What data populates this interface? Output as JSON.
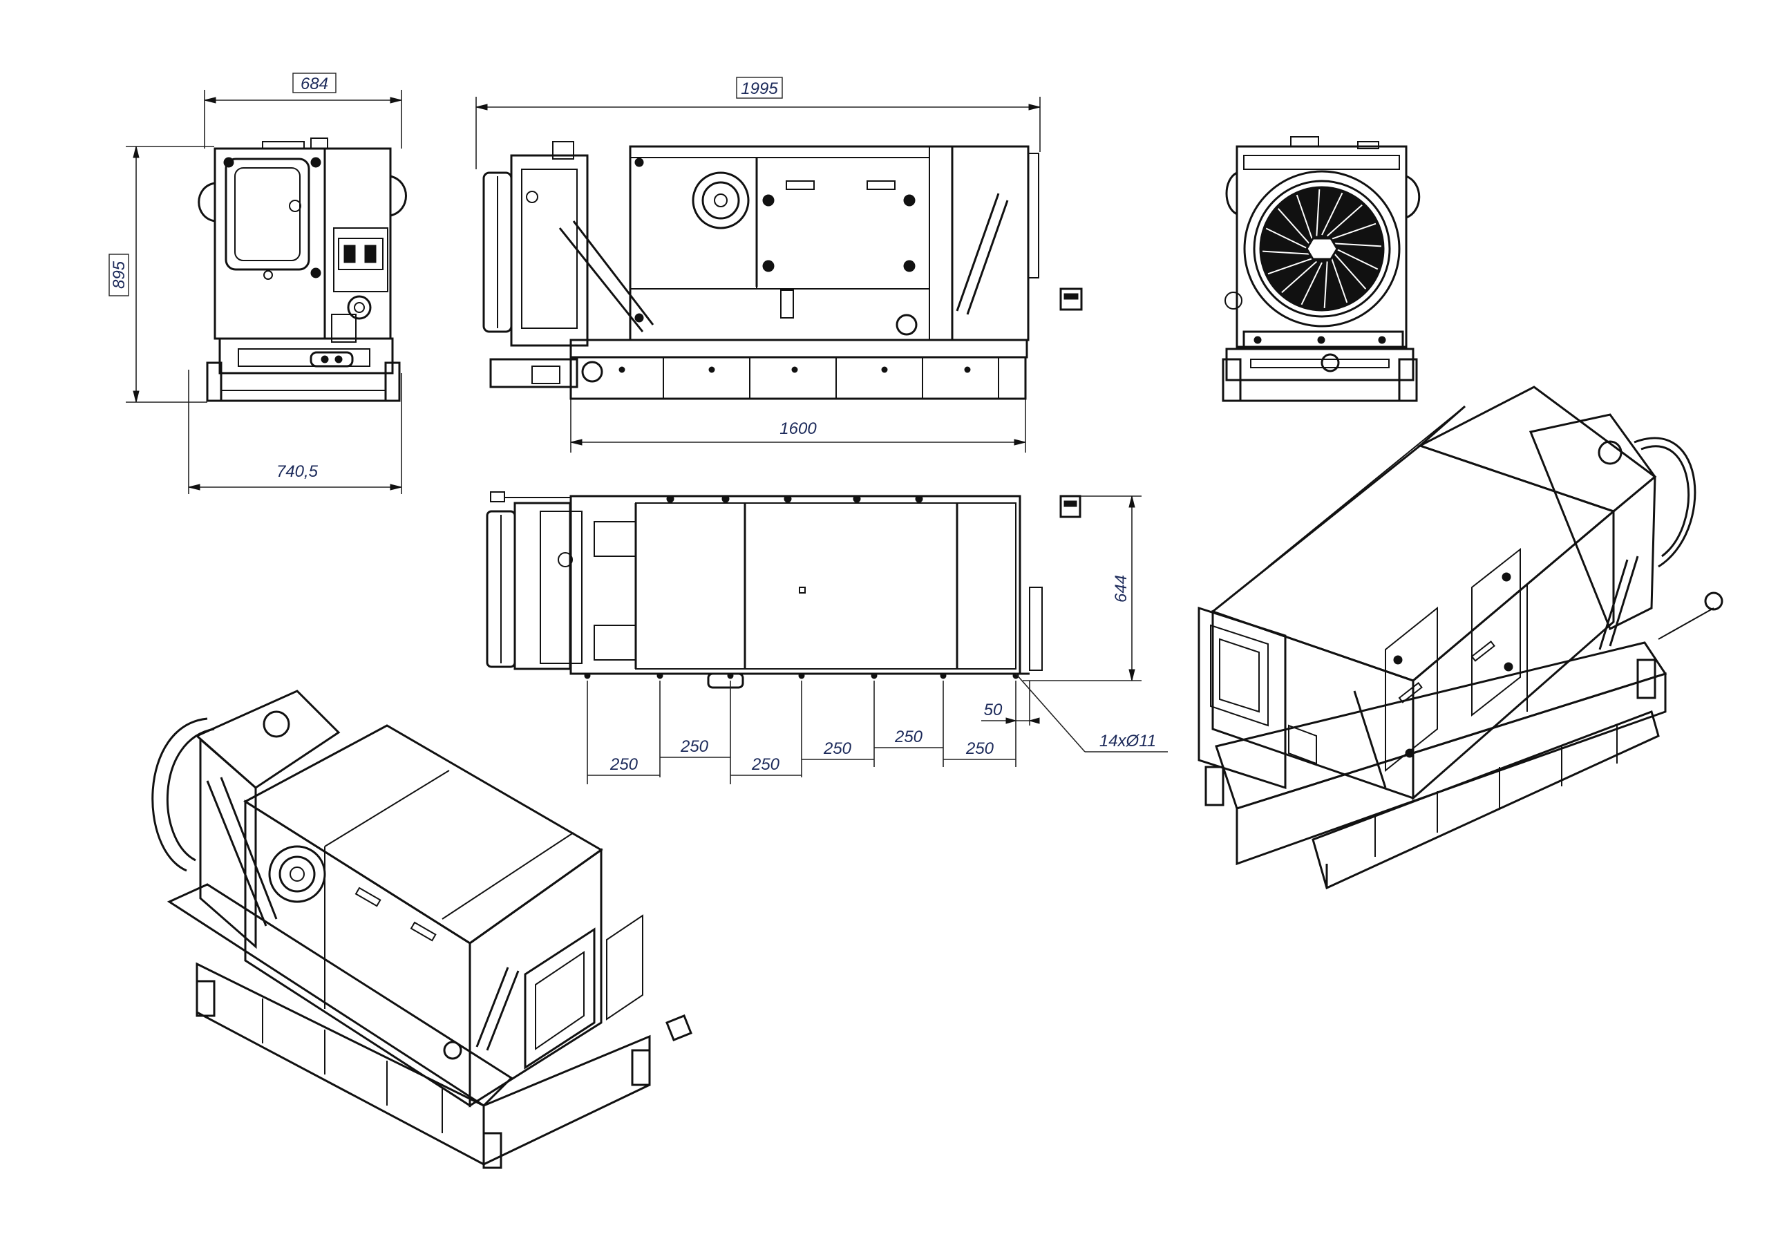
{
  "dimensions": {
    "front_width_top": "684",
    "front_height": "895",
    "front_width_bottom": "740,5",
    "side_length": "1995",
    "frame_length": "1600",
    "plan_depth": "644",
    "spacing_labels": [
      "250",
      "250",
      "250",
      "250",
      "250",
      "250"
    ],
    "end_offset": "50",
    "holes": "14xØ11"
  },
  "colors": {
    "line": "#111111",
    "dimension_text": "#1c2a5a",
    "background": "#ffffff"
  }
}
